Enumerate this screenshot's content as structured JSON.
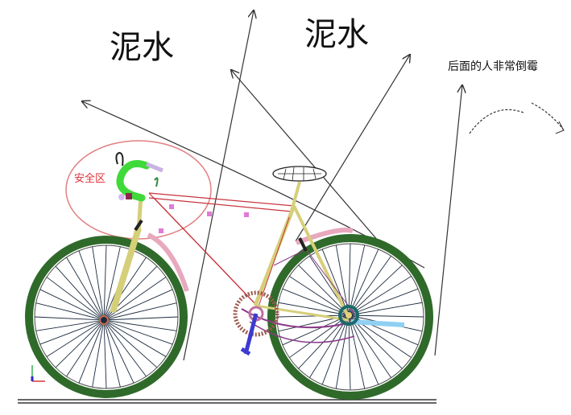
{
  "labels": {
    "mud_left": "泥水",
    "mud_right": "泥水",
    "people_behind": "后面的人非常倒霉",
    "safe_zone": "安全区"
  },
  "colors": {
    "tire": "#2f6a2a",
    "spoke": "#1c2b3e",
    "frame_red": "#c7333b",
    "frame_yellow": "#d6cf7a",
    "grip_green": "#3fd93a",
    "safe_ellipse": "#e17f82",
    "fender_pink": "#e8a8bd",
    "spray_line": "#333333"
  }
}
